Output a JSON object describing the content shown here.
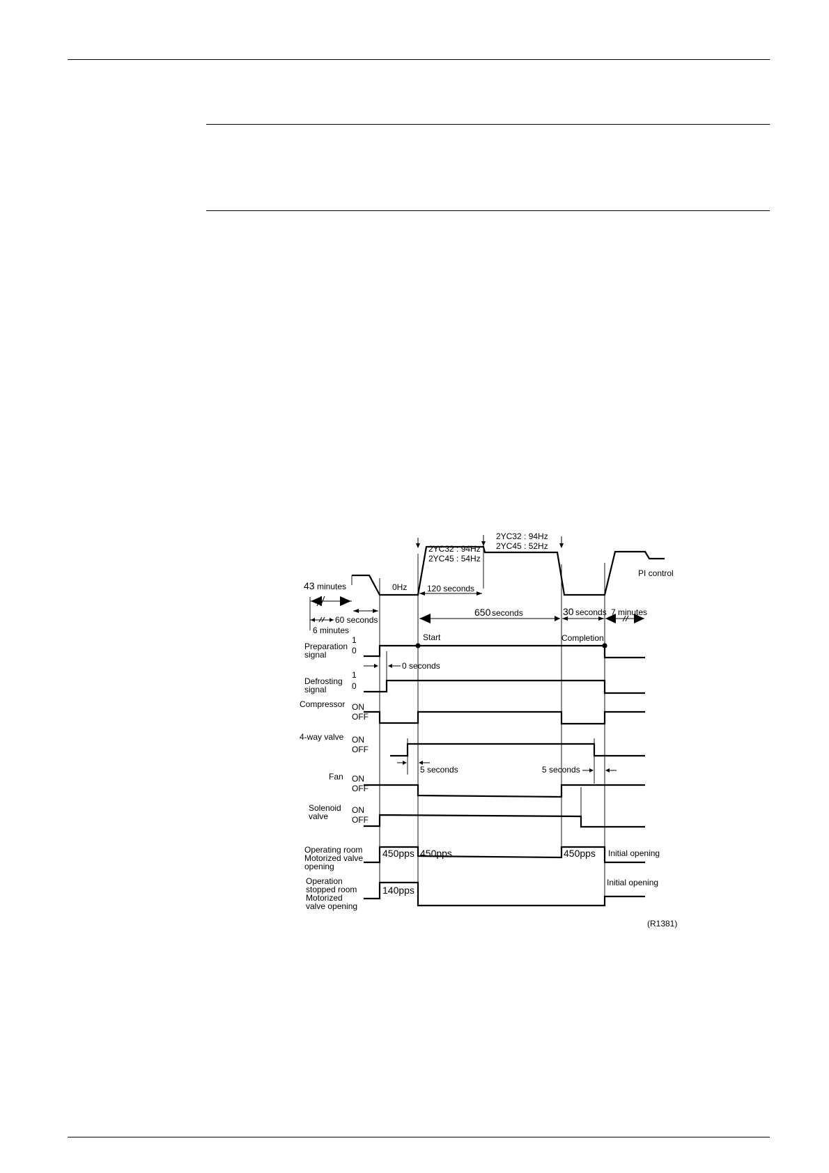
{
  "diagram": {
    "compressor_frequency": {
      "lead_time": "43",
      "lead_time_unit": "minutes",
      "pre_stop_interval": "60 seconds",
      "minimum_interval": "6 minutes",
      "stop_frequency": "0Hz",
      "ramp_time": "120 seconds",
      "step1": {
        "line1": "2YC32 : 94Hz",
        "line2": "2YC45 : 54Hz"
      },
      "step2": {
        "line1": "2YC32 : 94Hz",
        "line2": "2YC45 : 52Hz"
      },
      "defrost_duration": "650",
      "defrost_duration_unit": "seconds",
      "post_stop_interval": "30",
      "post_stop_unit": "seconds",
      "resume_interval": "7 minutes",
      "final_control": "PI control"
    },
    "events": {
      "start": "Start",
      "completion": "Completion"
    },
    "signals": {
      "preparation": {
        "label1": "Preparation",
        "label2": "signal",
        "high": "1",
        "low": "0"
      },
      "defrosting": {
        "label1": "Defrosting",
        "label2": "signal",
        "high": "1",
        "low": "0",
        "delay": "0 seconds"
      },
      "compressor": {
        "label": "Compressor",
        "on": "ON",
        "off": "OFF"
      },
      "four_way_valve": {
        "label": "4-way valve",
        "on": "ON",
        "off": "OFF",
        "delay_before": "5 seconds",
        "delay_after": "5 seconds"
      },
      "fan": {
        "label": "Fan",
        "on": "ON",
        "off": "OFF"
      },
      "solenoid_valve": {
        "label1": "Solenoid",
        "label2": "valve",
        "on": "ON",
        "off": "OFF"
      },
      "operating_room_valve": {
        "label1": "Operating room",
        "label2": "Motorized valve",
        "label3": "opening",
        "value1": "450pps",
        "value2": "450pps",
        "value3": "450pps",
        "final": "Initial opening"
      },
      "stopped_room_valve": {
        "label1": "Operation",
        "label2": "stopped room",
        "label3": "Motorized",
        "label4": "valve opening",
        "value1": "140pps",
        "final": "Initial opening"
      }
    },
    "figure_ref": "(R1381)"
  }
}
